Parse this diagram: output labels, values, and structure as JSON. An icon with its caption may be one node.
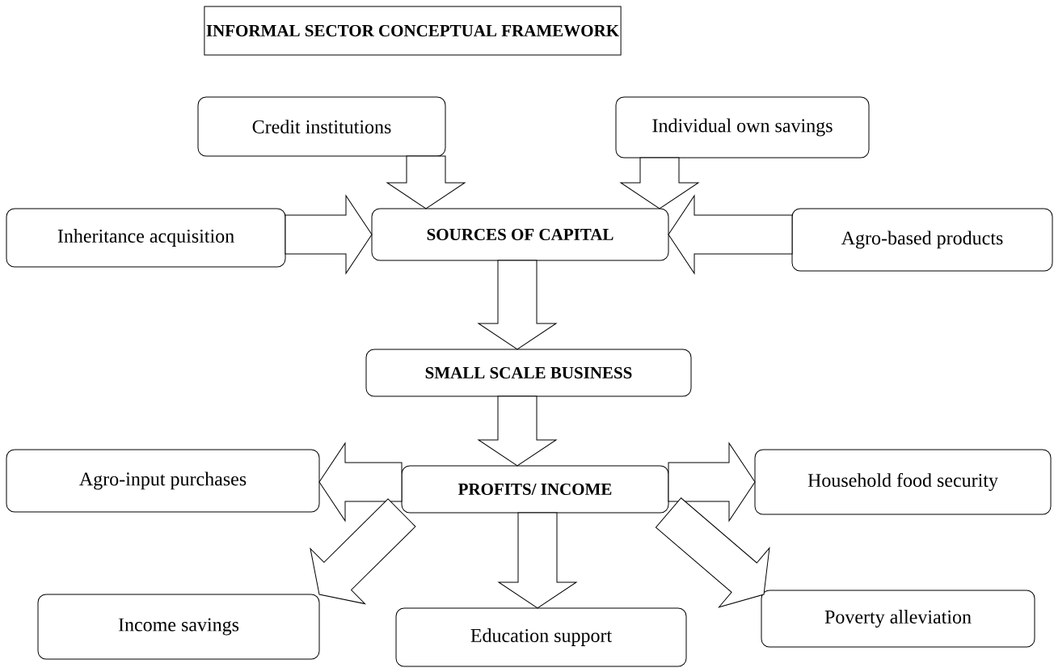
{
  "diagram": {
    "nodes": [
      {
        "text": [
          "INFORMAL SECTOR CONCEPTUAL FRAMEWORK"
        ]
      },
      {
        "text": [
          "Credit institutions"
        ]
      },
      {
        "text": [
          "Individual own savings"
        ]
      },
      {
        "text": [
          "Inheritance acquisition"
        ]
      },
      {
        "text": [
          "SOURCES OF CAPITAL"
        ]
      },
      {
        "text": [
          "Agro-based products"
        ]
      },
      {
        "text": [
          "SMALL SCALE BUSINESS"
        ]
      },
      {
        "text": [
          "PROFITS/ INCOME"
        ]
      },
      {
        "text": [
          "Agro-input purchases"
        ]
      },
      {
        "text": [
          "Household food security"
        ]
      },
      {
        "text": [
          "Income savings"
        ]
      },
      {
        "text": [
          "Education support"
        ]
      },
      {
        "text": [
          "Poverty alleviation"
        ]
      }
    ],
    "edges": [
      {
        "from": 1,
        "to": 4,
        "arrow": "to"
      },
      {
        "from": 2,
        "to": 4,
        "arrow": "to"
      },
      {
        "from": 3,
        "to": 4,
        "arrow": "to"
      },
      {
        "from": 5,
        "to": 4,
        "arrow": "to"
      },
      {
        "from": 4,
        "to": 6,
        "arrow": "to"
      },
      {
        "from": 6,
        "to": 7,
        "arrow": "to"
      },
      {
        "from": 7,
        "to": 8,
        "arrow": "to"
      },
      {
        "from": 7,
        "to": 9,
        "arrow": "to"
      },
      {
        "from": 7,
        "to": 10,
        "arrow": "to"
      },
      {
        "from": 7,
        "to": 11,
        "arrow": "to"
      },
      {
        "from": 7,
        "to": 12,
        "arrow": "to"
      }
    ]
  }
}
